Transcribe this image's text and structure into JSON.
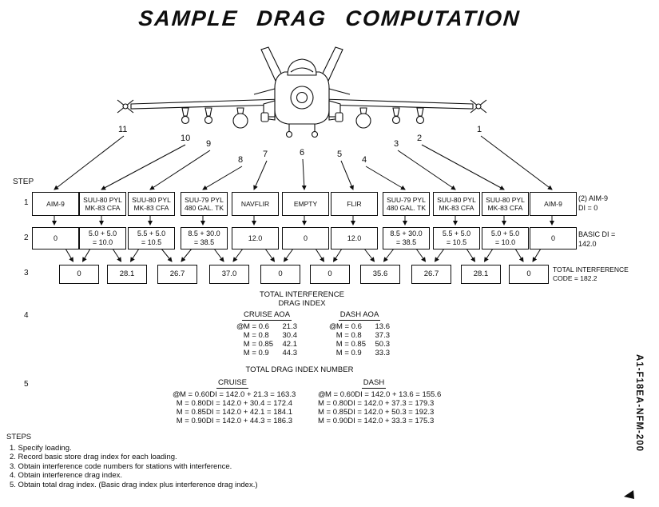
{
  "title": "SAMPLE DRAG COMPUTATION",
  "doc_ref": "A1-F18EA-NFM-200",
  "colors": {
    "ink": "#0d0d0d",
    "background": "#ffffff"
  },
  "diagram": {
    "step_label": "STEP",
    "step_numbers": [
      "1",
      "2",
      "3",
      "4",
      "5"
    ],
    "stations": [
      "11",
      "10",
      "9",
      "8",
      "7",
      "6",
      "5",
      "4",
      "3",
      "2",
      "1"
    ],
    "loadout_boxes": [
      {
        "l1": "AIM-9",
        "l2": ""
      },
      {
        "l1": "SUU-80 PYL",
        "l2": "MK-83 CFA"
      },
      {
        "l1": "SUU-80 PYL",
        "l2": "MK-83 CFA"
      },
      {
        "l1": "SUU-79 PYL",
        "l2": "480 GAL. TK"
      },
      {
        "l1": "NAVFLIR",
        "l2": ""
      },
      {
        "l1": "EMPTY",
        "l2": ""
      },
      {
        "l1": "FLIR",
        "l2": ""
      },
      {
        "l1": "SUU-79 PYL",
        "l2": "480 GAL. TK"
      },
      {
        "l1": "SUU-80 PYL",
        "l2": "MK-83 CFA"
      },
      {
        "l1": "SUU-80 PYL",
        "l2": "MK-83 CFA"
      },
      {
        "l1": "AIM-9",
        "l2": ""
      }
    ],
    "loadout_note_l1": "(2) AIM-9",
    "loadout_note_l2": "DI = 0",
    "basic_di_boxes": [
      {
        "l1": "0",
        "l2": ""
      },
      {
        "l1": "5.0 + 5.0",
        "l2": "= 10.0"
      },
      {
        "l1": "5.5 + 5.0",
        "l2": "= 10.5"
      },
      {
        "l1": "8.5 + 30.0",
        "l2": "= 38.5"
      },
      {
        "l1": "12.0",
        "l2": ""
      },
      {
        "l1": "0",
        "l2": ""
      },
      {
        "l1": "12.0",
        "l2": ""
      },
      {
        "l1": "8.5 + 30.0",
        "l2": "= 38.5"
      },
      {
        "l1": "5.5 + 5.0",
        "l2": "= 10.5"
      },
      {
        "l1": "5.0 + 5.0",
        "l2": "= 10.0"
      },
      {
        "l1": "0",
        "l2": ""
      }
    ],
    "basic_di_note_l1": "BASIC DI =",
    "basic_di_note_l2": "142.0",
    "interference_boxes": [
      "0",
      "28.1",
      "26.7",
      "37.0",
      "0",
      "0",
      "35.6",
      "26.7",
      "28.1",
      "0"
    ],
    "interference_note_l1": "TOTAL INTERFERENCE",
    "interference_note_l2": "CODE = 182.2"
  },
  "interference_table": {
    "heading_l1": "TOTAL INTERFERENCE",
    "heading_l2": "DRAG INDEX",
    "cruise_header": "CRUISE AOA",
    "dash_header": "DASH AOA",
    "cruise_rows": [
      {
        "at": "@",
        "m": "M = 0.6",
        "v": "21.3"
      },
      {
        "at": "",
        "m": "M = 0.8",
        "v": "30.4"
      },
      {
        "at": "",
        "m": "M = 0.85",
        "v": "42.1"
      },
      {
        "at": "",
        "m": "M = 0.9",
        "v": "44.3"
      }
    ],
    "dash_rows": [
      {
        "at": "@",
        "m": "M = 0.6",
        "v": "13.6"
      },
      {
        "at": "",
        "m": "M = 0.8",
        "v": "37.3"
      },
      {
        "at": "",
        "m": "M = 0.85",
        "v": "50.3"
      },
      {
        "at": "",
        "m": "M = 0.9",
        "v": "33.3"
      }
    ]
  },
  "total_table": {
    "heading": "TOTAL DRAG INDEX NUMBER",
    "cruise_header": "CRUISE",
    "dash_header": "DASH",
    "cruise_rows": [
      {
        "at": "@",
        "m": "M = 0.60",
        "v": "DI = 142.0 + 21.3 = 163.3"
      },
      {
        "at": "",
        "m": "M = 0.80",
        "v": "DI = 142.0 + 30.4 = 172.4"
      },
      {
        "at": "",
        "m": "M = 0.85",
        "v": "DI = 142.0 + 42.1 = 184.1"
      },
      {
        "at": "",
        "m": "M = 0.90",
        "v": "DI = 142.0 + 44.3 = 186.3"
      }
    ],
    "dash_rows": [
      {
        "at": "@",
        "m": "M = 0.60",
        "v": "DI = 142.0 + 13.6 = 155.6"
      },
      {
        "at": "",
        "m": "M = 0.80",
        "v": "DI = 142.0 + 37.3 = 179.3"
      },
      {
        "at": "",
        "m": "M = 0.85",
        "v": "DI = 142.0 + 50.3 = 192.3"
      },
      {
        "at": "",
        "m": "M = 0.90",
        "v": "DI = 142.0 + 33.3 = 175.3"
      }
    ]
  },
  "steps_list": {
    "heading": "STEPS",
    "items": [
      "1. Specify loading.",
      "2. Record basic store drag index for each loading.",
      "3. Obtain interference code numbers for stations with interference.",
      "4. Obtain interference drag index.",
      "5. Obtain total drag index. (Basic drag index plus interference drag index.)"
    ]
  }
}
